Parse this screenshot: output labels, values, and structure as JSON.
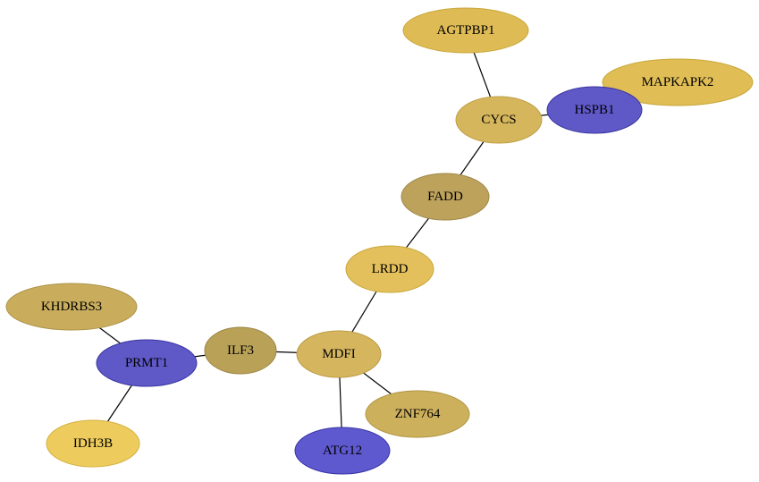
{
  "colors": {
    "background": "#ffffff",
    "edge": "#000000",
    "label": "#000000"
  },
  "nodes": [
    {
      "id": "AGTPBP1",
      "label": "AGTPBP1",
      "fill": "#dfbb55",
      "stroke": "#c9a83b"
    },
    {
      "id": "MAPKAPK2",
      "label": "MAPKAPK2",
      "fill": "#e0bd55",
      "stroke": "#c9a83b"
    },
    {
      "id": "CYCS",
      "label": "CYCS",
      "fill": "#d6b65c",
      "stroke": "#bf9f45"
    },
    {
      "id": "HSPB1",
      "label": "HSPB1",
      "fill": "#5f59c8",
      "stroke": "#3b36a0"
    },
    {
      "id": "FADD",
      "label": "FADD",
      "fill": "#bda25c",
      "stroke": "#a08848"
    },
    {
      "id": "LRDD",
      "label": "LRDD",
      "fill": "#e3c05c",
      "stroke": "#c9a83b"
    },
    {
      "id": "KHDRBS3",
      "label": "KHDRBS3",
      "fill": "#c9ad5d",
      "stroke": "#ad9448"
    },
    {
      "id": "PRMT1",
      "label": "PRMT1",
      "fill": "#5f59c8",
      "stroke": "#3b36a0"
    },
    {
      "id": "ILF3",
      "label": "ILF3",
      "fill": "#b9a158",
      "stroke": "#9c8646"
    },
    {
      "id": "MDFI",
      "label": "MDFI",
      "fill": "#d5b55e",
      "stroke": "#bb9d46"
    },
    {
      "id": "ZNF764",
      "label": "ZNF764",
      "fill": "#cdb05c",
      "stroke": "#b09645"
    },
    {
      "id": "IDH3B",
      "label": "IDH3B",
      "fill": "#edcb5c",
      "stroke": "#d3b142"
    },
    {
      "id": "ATG12",
      "label": "ATG12",
      "fill": "#5f59d0",
      "stroke": "#3b36a8"
    }
  ],
  "edges": [
    [
      "AGTPBP1",
      "CYCS"
    ],
    [
      "CYCS",
      "HSPB1"
    ],
    [
      "HSPB1",
      "MAPKAPK2"
    ],
    [
      "CYCS",
      "FADD"
    ],
    [
      "FADD",
      "LRDD"
    ],
    [
      "LRDD",
      "MDFI"
    ],
    [
      "MDFI",
      "ILF3"
    ],
    [
      "ILF3",
      "PRMT1"
    ],
    [
      "PRMT1",
      "KHDRBS3"
    ],
    [
      "PRMT1",
      "IDH3B"
    ],
    [
      "MDFI",
      "ZNF764"
    ],
    [
      "MDFI",
      "ATG12"
    ]
  ]
}
